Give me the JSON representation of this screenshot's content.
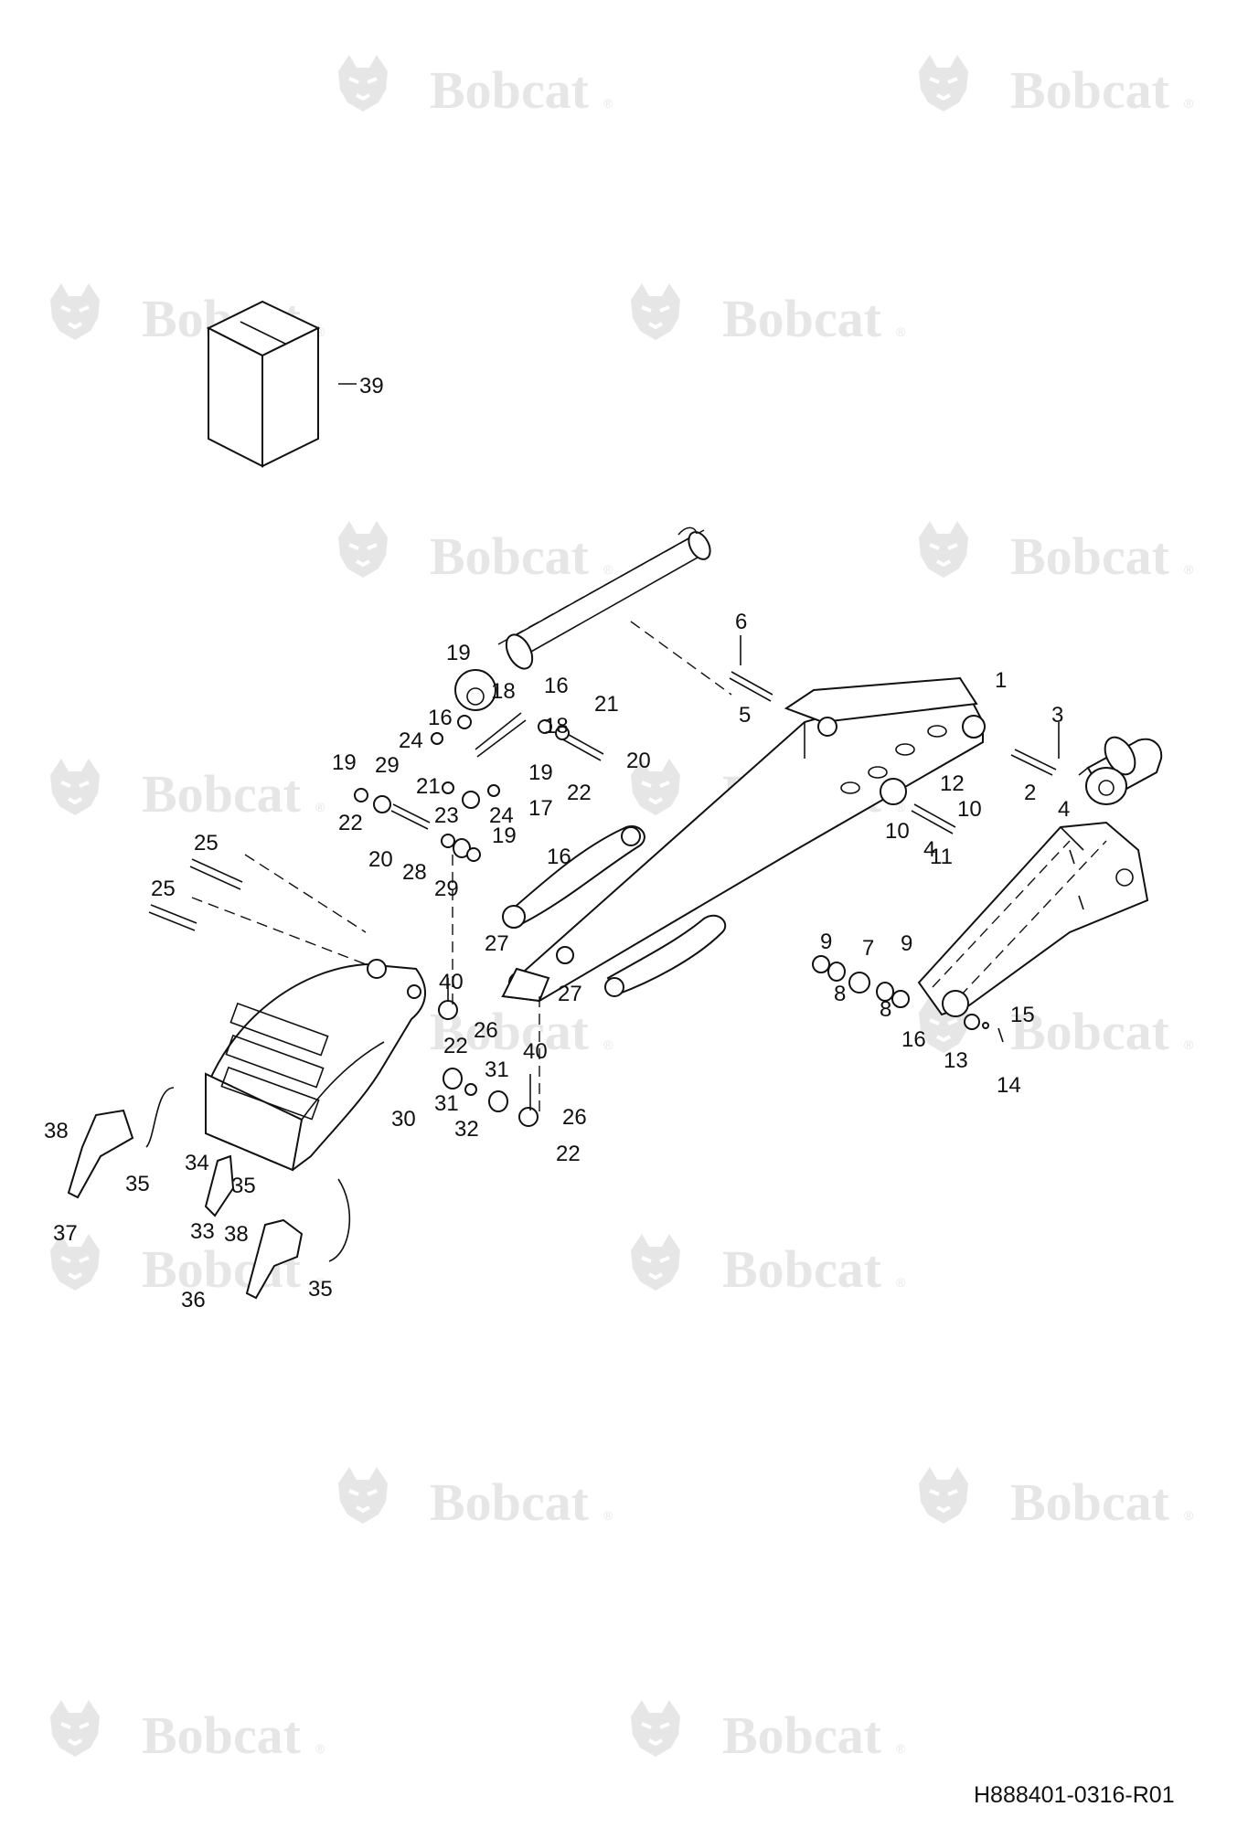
{
  "watermark": {
    "text": "Bobcat",
    "mark": "®"
  },
  "drawing_code": "H888401-0316-R01",
  "callouts": [
    "1",
    "2",
    "3",
    "4",
    "5",
    "6",
    "7",
    "8",
    "9",
    "10",
    "11",
    "12",
    "13",
    "14",
    "15",
    "16",
    "17",
    "18",
    "19",
    "20",
    "21",
    "22",
    "23",
    "24",
    "25",
    "26",
    "27",
    "28",
    "29",
    "30",
    "31",
    "32",
    "33",
    "34",
    "35",
    "36",
    "37",
    "38",
    "39",
    "40"
  ],
  "parts": {
    "kit_box": "39",
    "arm": "1",
    "arm_cylinder": "cylinder",
    "bucket_cylinder": "cylinder",
    "bucket": "30",
    "links": "27",
    "teeth": [
      "33",
      "36",
      "37"
    ]
  }
}
